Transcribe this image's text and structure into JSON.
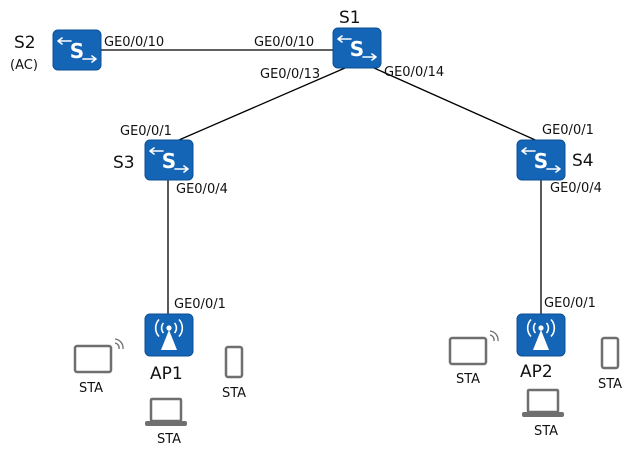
{
  "colors": {
    "device_blue": "#1565b6",
    "device_border": "#0b4f94",
    "sta_gray": "#6f6f6f",
    "link": "#000000"
  },
  "devices": {
    "s1": {
      "name": "S1",
      "icon": "switch-icon"
    },
    "s2": {
      "name": "S2",
      "role": "(AC)",
      "icon": "switch-icon"
    },
    "s3": {
      "name": "S3",
      "icon": "switch-icon"
    },
    "s4": {
      "name": "S4",
      "icon": "switch-icon"
    },
    "ap1": {
      "name": "AP1",
      "icon": "wireless-ap-icon"
    },
    "ap2": {
      "name": "AP2",
      "icon": "wireless-ap-icon"
    }
  },
  "ports": {
    "s2_s1_left": "GE0/0/10",
    "s2_s1_right": "GE0/0/10",
    "s1_s3": "GE0/0/13",
    "s1_s4": "GE0/0/14",
    "s3_up": "GE0/0/1",
    "s3_down": "GE0/0/4",
    "s4_up": "GE0/0/1",
    "s4_down": "GE0/0/4",
    "ap1_up": "GE0/0/1",
    "ap2_up": "GE0/0/1"
  },
  "stations": {
    "ap1_tablet": {
      "label": "STA",
      "icon": "tablet-icon"
    },
    "ap1_phone": {
      "label": "STA",
      "icon": "phone-icon"
    },
    "ap1_laptop": {
      "label": "STA",
      "icon": "laptop-icon"
    },
    "ap2_tablet": {
      "label": "STA",
      "icon": "tablet-icon"
    },
    "ap2_phone": {
      "label": "STA",
      "icon": "phone-icon"
    },
    "ap2_laptop": {
      "label": "STA",
      "icon": "laptop-icon"
    }
  }
}
